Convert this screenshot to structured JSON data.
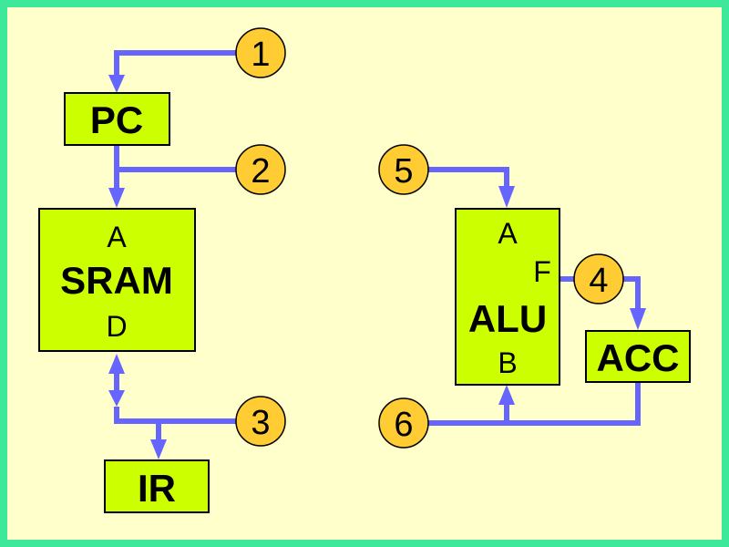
{
  "blocks": {
    "pc": "PC",
    "sram": "SRAM",
    "sram_port_a": "A",
    "sram_port_d": "D",
    "ir": "IR",
    "alu": "ALU",
    "alu_port_a": "A",
    "alu_port_b": "B",
    "alu_port_f": "F",
    "acc": "ACC"
  },
  "badges": [
    "1",
    "2",
    "3",
    "4",
    "5",
    "6"
  ],
  "colors": {
    "frame": "#3ee89a",
    "background": "#ffffcc",
    "block_fill": "#ccff00",
    "wire": "#6666ff",
    "badge_fill": "#ffcc33"
  }
}
